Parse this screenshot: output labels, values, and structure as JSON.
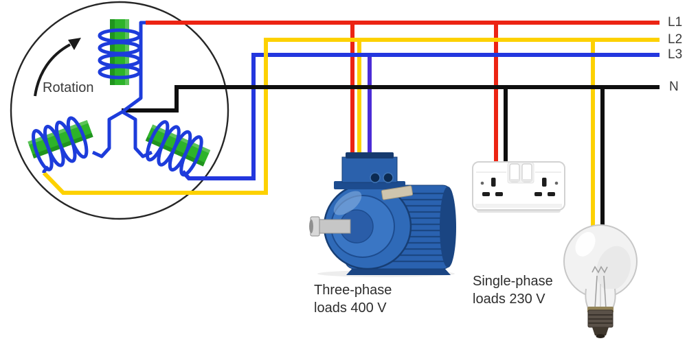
{
  "labels": {
    "rotation": "Rotation",
    "line1": "L1",
    "line2": "L2",
    "line3": "L3",
    "neutral": "N"
  },
  "loads": {
    "three_phase": {
      "line1": "Three-phase",
      "line2": "loads 400 V"
    },
    "single_phase": {
      "line1": "Single-phase",
      "line2": "loads 230 V"
    }
  },
  "colors": {
    "line1_red": "#ec2413",
    "line2_yellow": "#fdd100",
    "line3_blue": "#2337de",
    "neutral_black": "#0f0f0f",
    "motor_feed_violet": "#4c2cd6",
    "winding_wire_blue": "#1d3cdb",
    "coil_core_green": "#2db32a",
    "motor_body_blue": "#2a62b0"
  }
}
